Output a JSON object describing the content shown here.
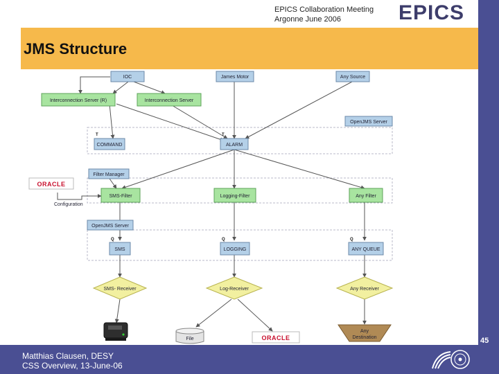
{
  "header": {
    "meeting_line1": "EPICS Collaboration Meeting",
    "meeting_line2": "Argonne June 2006",
    "brand": "EPICS"
  },
  "title": "JMS Structure",
  "footer": {
    "line1": "Matthias Clausen, DESY",
    "line2": "CSS Overview, 13-June-06",
    "page": "45"
  },
  "diagram": {
    "nodes": {
      "ioc": "IOC",
      "james_motor": "James Motor",
      "any_source": "Any Source",
      "interconnection_server_r": "Interconnection Server (R)",
      "interconnection_server": "Interconnection Server",
      "openjms_server_1": "OpenJMS Server",
      "command": "COMMAND",
      "alarm": "ALARM",
      "filter_manager": "Filter Manager",
      "configuration": "Configuration",
      "sms_filter": "SMS-Filter",
      "logging_filter": "Logging-Filter",
      "any_filter": "Any Filter",
      "openjms_server_2": "OpenJMS Server",
      "sms": "SMS",
      "logging": "LOGGING",
      "any_queue": "ANY QUEUE",
      "sms_receiver": "SMS- Receiver",
      "log_receiver": "Log-Receiver",
      "any_receiver": "Any Receiver",
      "file": "File",
      "any_destination_line1": "Any",
      "any_destination_line2": "Destination"
    },
    "tags": {
      "topic": "T",
      "queue": "Q"
    },
    "oracle": "ORACLE"
  },
  "colors": {
    "title_band": "#f6b94b",
    "frame_bar": "#4a4f93",
    "green_box": "#a8e4a0",
    "blue_box": "#b4d0e8",
    "yellow_diamond": "#f2f0a0",
    "brown_triangle": "#b08a55"
  }
}
